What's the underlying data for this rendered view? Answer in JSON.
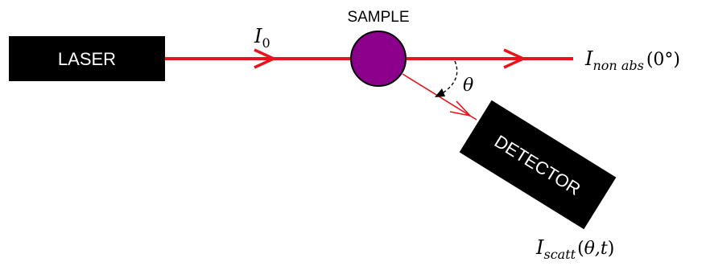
{
  "laser": {
    "label": "LASER"
  },
  "sample": {
    "label": "SAMPLE",
    "color": "#8b008b"
  },
  "detector": {
    "label": "DETECTOR"
  },
  "beam": {
    "color": "#e8141c"
  },
  "incident_intensity": {
    "symbol": "I",
    "subscript": "0"
  },
  "transmitted_intensity": {
    "symbol": "I",
    "subscript": "non abs",
    "argument": "(0°)"
  },
  "angle": {
    "symbol": "θ"
  },
  "scattered_intensity": {
    "symbol": "I",
    "subscript": "scatt",
    "argument_open": "(",
    "argument_vars": "θ,t",
    "argument_close": ")"
  }
}
